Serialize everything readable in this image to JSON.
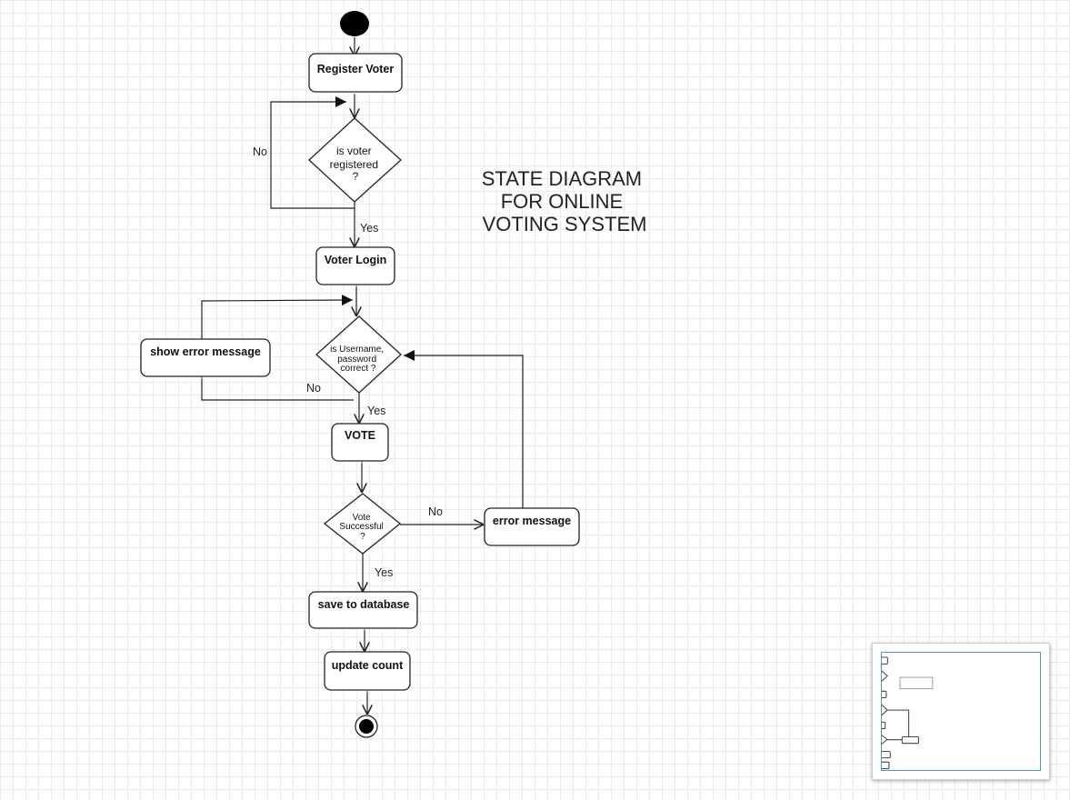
{
  "diagram": {
    "title_lines": [
      "STATE DIAGRAM",
      "FOR ONLINE",
      "VOTING SYSTEM"
    ],
    "states": {
      "register_voter": "Register Voter",
      "voter_login": "Voter Login",
      "show_error_message": "show error message",
      "vote": "VOTE",
      "error_message": "error message",
      "save_to_database": "save to database",
      "update_count": "update count"
    },
    "decisions": {
      "is_registered": [
        "is voter",
        "registered",
        "?"
      ],
      "credentials_correct": [
        "is Username,",
        "password",
        "correct ?"
      ],
      "vote_successful": [
        "Vote",
        "Successful",
        "?"
      ]
    },
    "edge_labels": {
      "registered_no": "No",
      "registered_yes": "Yes",
      "credentials_no": "No",
      "credentials_yes": "Yes",
      "vote_no": "No",
      "vote_yes": "Yes"
    }
  },
  "colors": {
    "line": "#222222",
    "grid": "#ebebeb",
    "minimap_viewport": "#4a90e2"
  }
}
